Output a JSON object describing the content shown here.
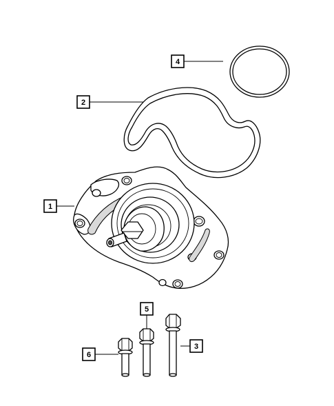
{
  "callouts": [
    {
      "id": "c1",
      "label": "1"
    },
    {
      "id": "c2",
      "label": "2"
    },
    {
      "id": "c3",
      "label": "3"
    },
    {
      "id": "c4",
      "label": "4"
    },
    {
      "id": "c5",
      "label": "5"
    },
    {
      "id": "c6",
      "label": "6"
    }
  ]
}
